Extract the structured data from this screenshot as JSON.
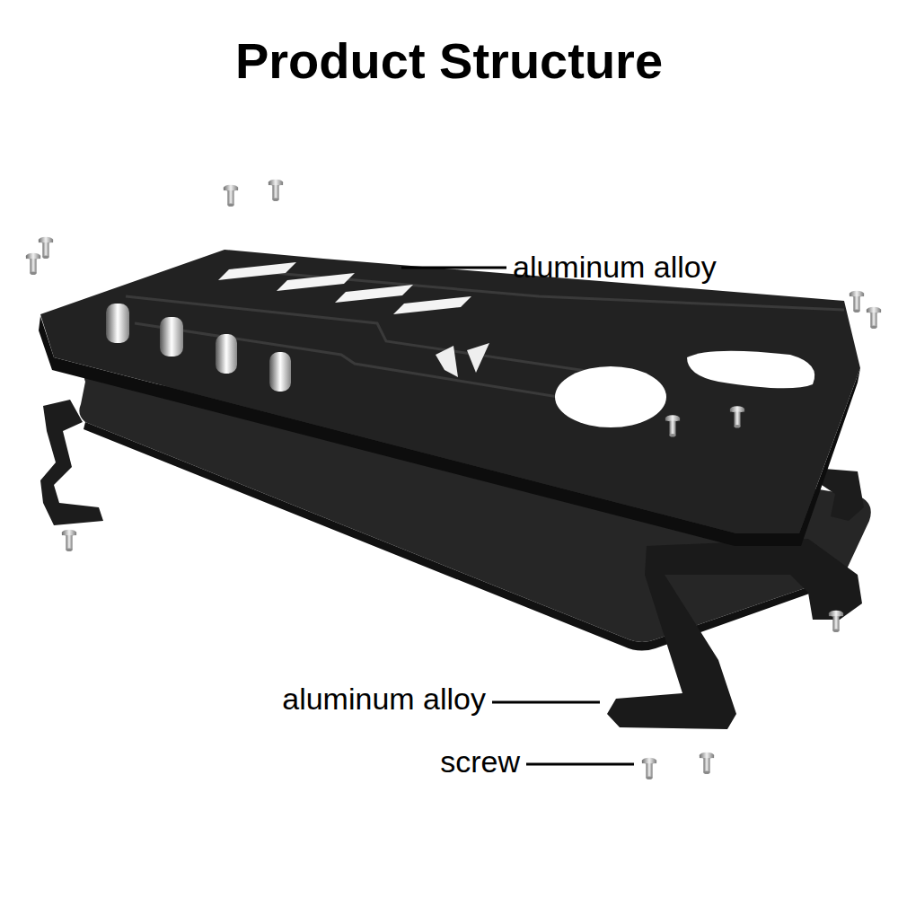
{
  "diagram": {
    "title": "Product Structure",
    "labels": [
      "aluminum alloy",
      "aluminum alloy",
      "screw"
    ]
  }
}
